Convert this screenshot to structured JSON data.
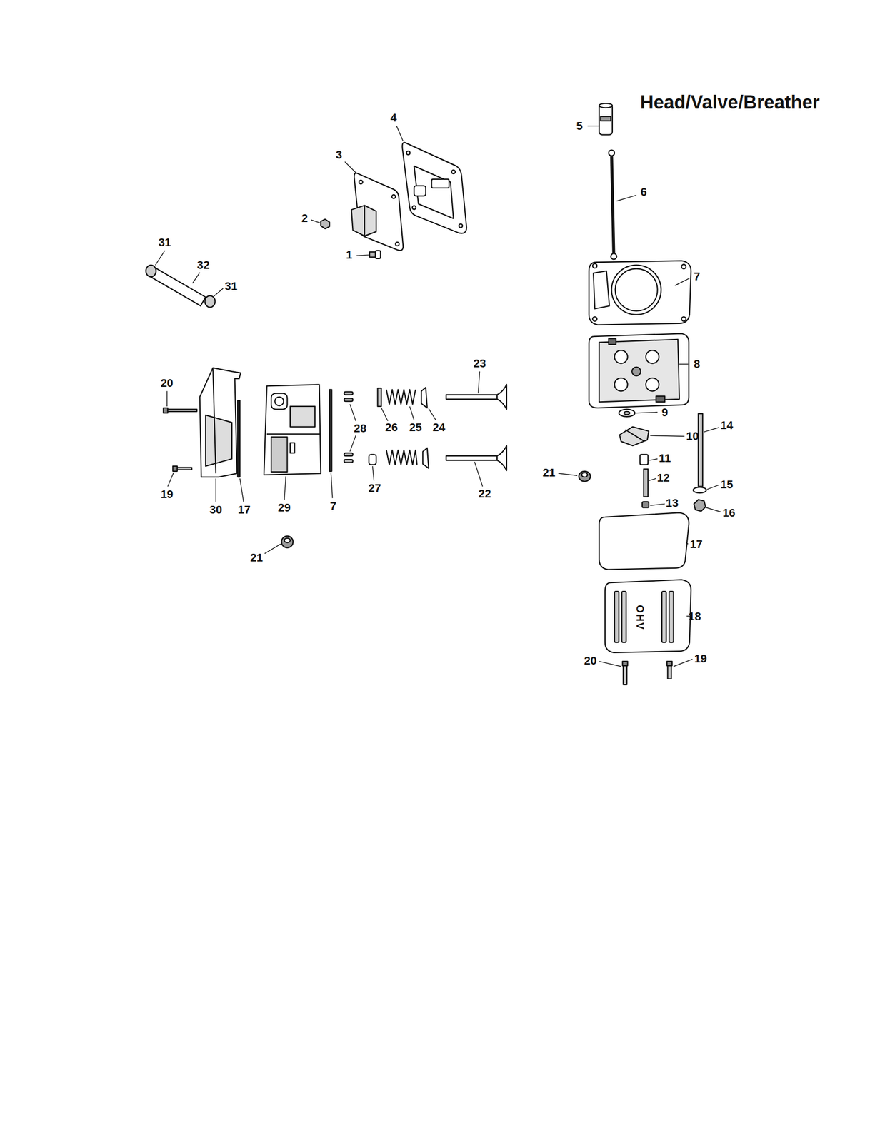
{
  "diagram": {
    "title": "Head/Valve/Breather",
    "labels": [
      "4",
      "5",
      "3",
      "6",
      "2",
      "31",
      "1",
      "32",
      "7",
      "31",
      "23",
      "8",
      "20",
      "9",
      "14",
      "28",
      "26",
      "25",
      "24",
      "10",
      "11",
      "21",
      "12",
      "15",
      "27",
      "22",
      "19",
      "13",
      "7",
      "29",
      "30",
      "17",
      "16",
      "17",
      "21",
      "18",
      "OHV",
      "20",
      "19"
    ]
  }
}
